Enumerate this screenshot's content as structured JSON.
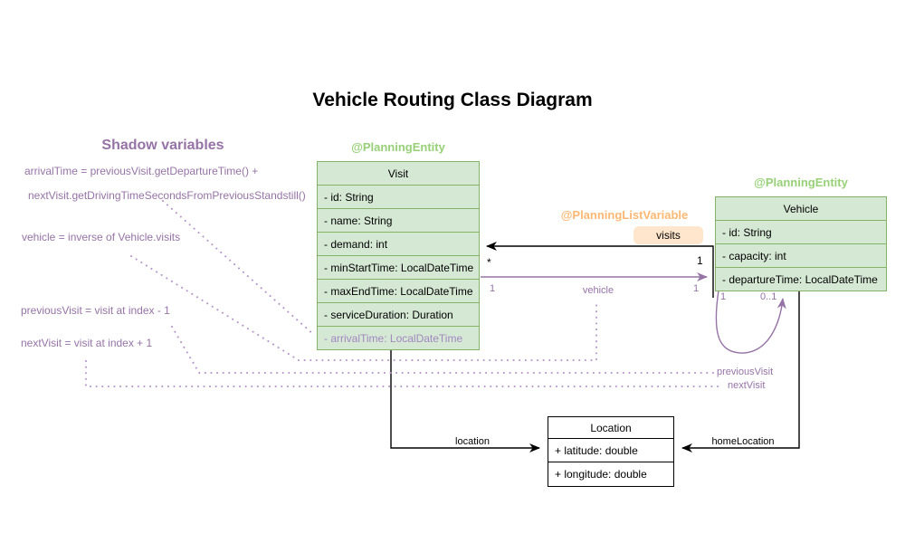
{
  "title": "Vehicle Routing Class Diagram",
  "shadow_panel": {
    "heading": "Shadow variables",
    "lines": [
      "arrivalTime = previousVisit.getDepartureTime() +",
      "nextVisit.getDrivingTimeSecondsFromPreviousStandstill()",
      "vehicle = inverse of Vehicle.visits",
      "previousVisit = visit at index - 1",
      "nextVisit = visit at index + 1"
    ]
  },
  "annotations": {
    "visit_entity": "@PlanningEntity",
    "vehicle_entity": "@PlanningEntity",
    "planning_list_variable": "@PlanningListVariable"
  },
  "classes": {
    "visit": {
      "name": "Visit",
      "fields": [
        "- id: String",
        "- name: String",
        "- demand: int",
        "- minStartTime: LocalDateTime",
        "- maxEndTime: LocalDateTime",
        "- serviceDuration: Duration",
        "- arrivalTime: LocalDateTime"
      ]
    },
    "vehicle": {
      "name": "Vehicle",
      "fields": [
        "- id: String",
        "- capacity: int",
        "- departureTime: LocalDateTime"
      ]
    },
    "location": {
      "name": "Location",
      "fields": [
        "+ latitude: double",
        "+ longitude: double"
      ]
    }
  },
  "associations": {
    "visits": {
      "label": "visits",
      "source_multiplicity": "1",
      "target_multiplicity": "*"
    },
    "vehicle": {
      "label": "vehicle",
      "source_multiplicity": "1",
      "target_multiplicity": "1"
    },
    "previous_next": {
      "labels": [
        "previousVisit",
        "nextVisit"
      ],
      "source_multiplicity": "1",
      "target_multiplicity": "0..1"
    },
    "location": {
      "label": "location"
    },
    "home_location": {
      "label": "homeLocation"
    }
  },
  "colors": {
    "entity_fill": "#d5e8d4",
    "entity_stroke": "#82b366",
    "entity_annotation_text": "#97d077",
    "list_variable_annotation_text": "#ffb873",
    "visits_badge_fill": "#ffe6cc",
    "shadow_purple": "#9673a6",
    "shadow_field_purple": "#a287c2",
    "dotted_line_purple": "#b394c9",
    "plain_stroke": "#000000"
  }
}
